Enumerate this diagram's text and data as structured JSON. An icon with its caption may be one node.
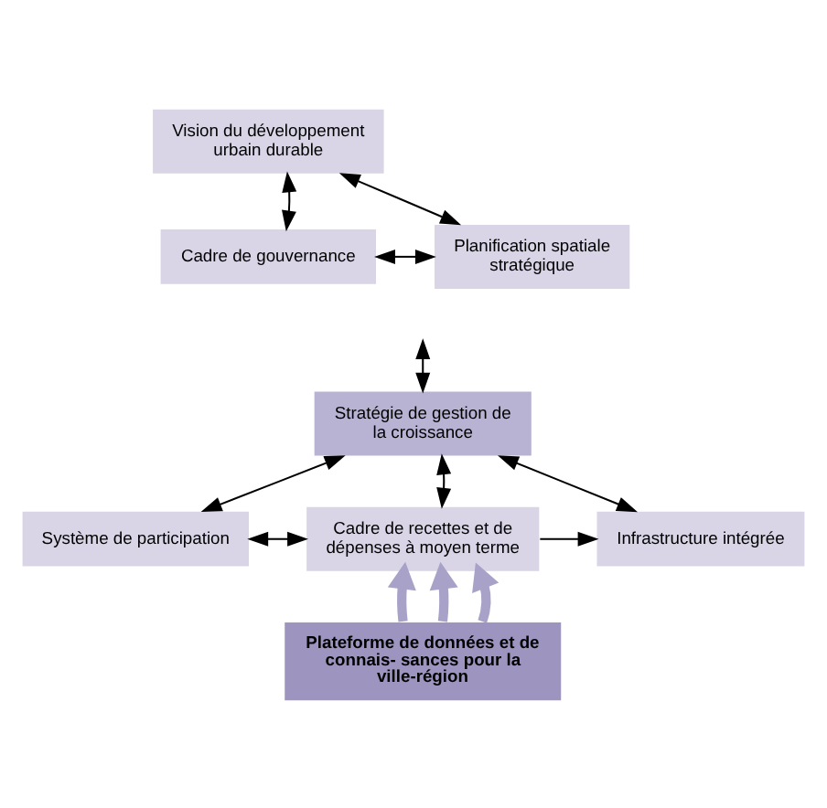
{
  "diagram": {
    "nodes": [
      {
        "text": [
          "Vision du développement urbain durable"
        ]
      },
      {
        "text": [
          "Cadre de gouvernance"
        ]
      },
      {
        "text": [
          "Planification spatiale stratégique"
        ]
      },
      {
        "text": [
          "Stratégie de gestion de la croissance"
        ]
      },
      {
        "text": [
          "Système de participation"
        ]
      },
      {
        "text": [
          "Cadre de recettes et de dépenses à moyen terme"
        ]
      },
      {
        "text": [
          "Infrastructure intégrée"
        ]
      },
      {
        "text": [
          "Plateforme de données et de connais- sances pour la ville-région"
        ]
      }
    ],
    "edges": [
      {
        "from": 0,
        "to": 1,
        "arrow": "both"
      },
      {
        "from": 0,
        "to": 2,
        "arrow": "both"
      },
      {
        "from": 1,
        "to": 2,
        "arrow": "both"
      },
      {
        "from": null,
        "to": 3,
        "arrow": "both"
      },
      {
        "from": 3,
        "to": 4,
        "arrow": "both"
      },
      {
        "from": 3,
        "to": 5,
        "arrow": "both"
      },
      {
        "from": 3,
        "to": 6,
        "arrow": "both"
      },
      {
        "from": 4,
        "to": 5,
        "arrow": "both"
      },
      {
        "from": 5,
        "to": 6,
        "arrow": "to"
      },
      {
        "from": 7,
        "to": 5,
        "arrow": "to",
        "style": "thick",
        "color": "#a8a2c8"
      },
      {
        "from": 7,
        "to": 5,
        "arrow": "to",
        "style": "thick",
        "color": "#a8a2c8"
      },
      {
        "from": 7,
        "to": 5,
        "arrow": "to",
        "style": "thick",
        "color": "#a8a2c8"
      }
    ]
  }
}
